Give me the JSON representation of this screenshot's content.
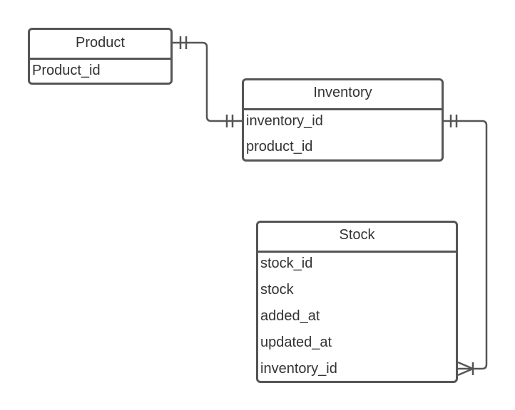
{
  "entities": {
    "product": {
      "title": "Product",
      "fields": [
        "Product_id"
      ]
    },
    "inventory": {
      "title": "Inventory",
      "fields": [
        "inventory_id",
        "product_id"
      ]
    },
    "stock": {
      "title": "Stock",
      "fields": [
        "stock_id",
        "stock",
        "added_at",
        "updated_at",
        "inventory_id"
      ]
    }
  },
  "relationships": [
    {
      "from": "Product.Product_id",
      "to": "Inventory.inventory_id",
      "from_cardinality": "one-and-only-one",
      "to_cardinality": "one-and-only-one"
    },
    {
      "from": "Inventory.inventory_id",
      "to": "Stock.inventory_id",
      "from_cardinality": "one-and-only-one",
      "to_cardinality": "one-or-many"
    }
  ],
  "colors": {
    "line": "#555555",
    "text": "#333333",
    "background": "#ffffff"
  }
}
